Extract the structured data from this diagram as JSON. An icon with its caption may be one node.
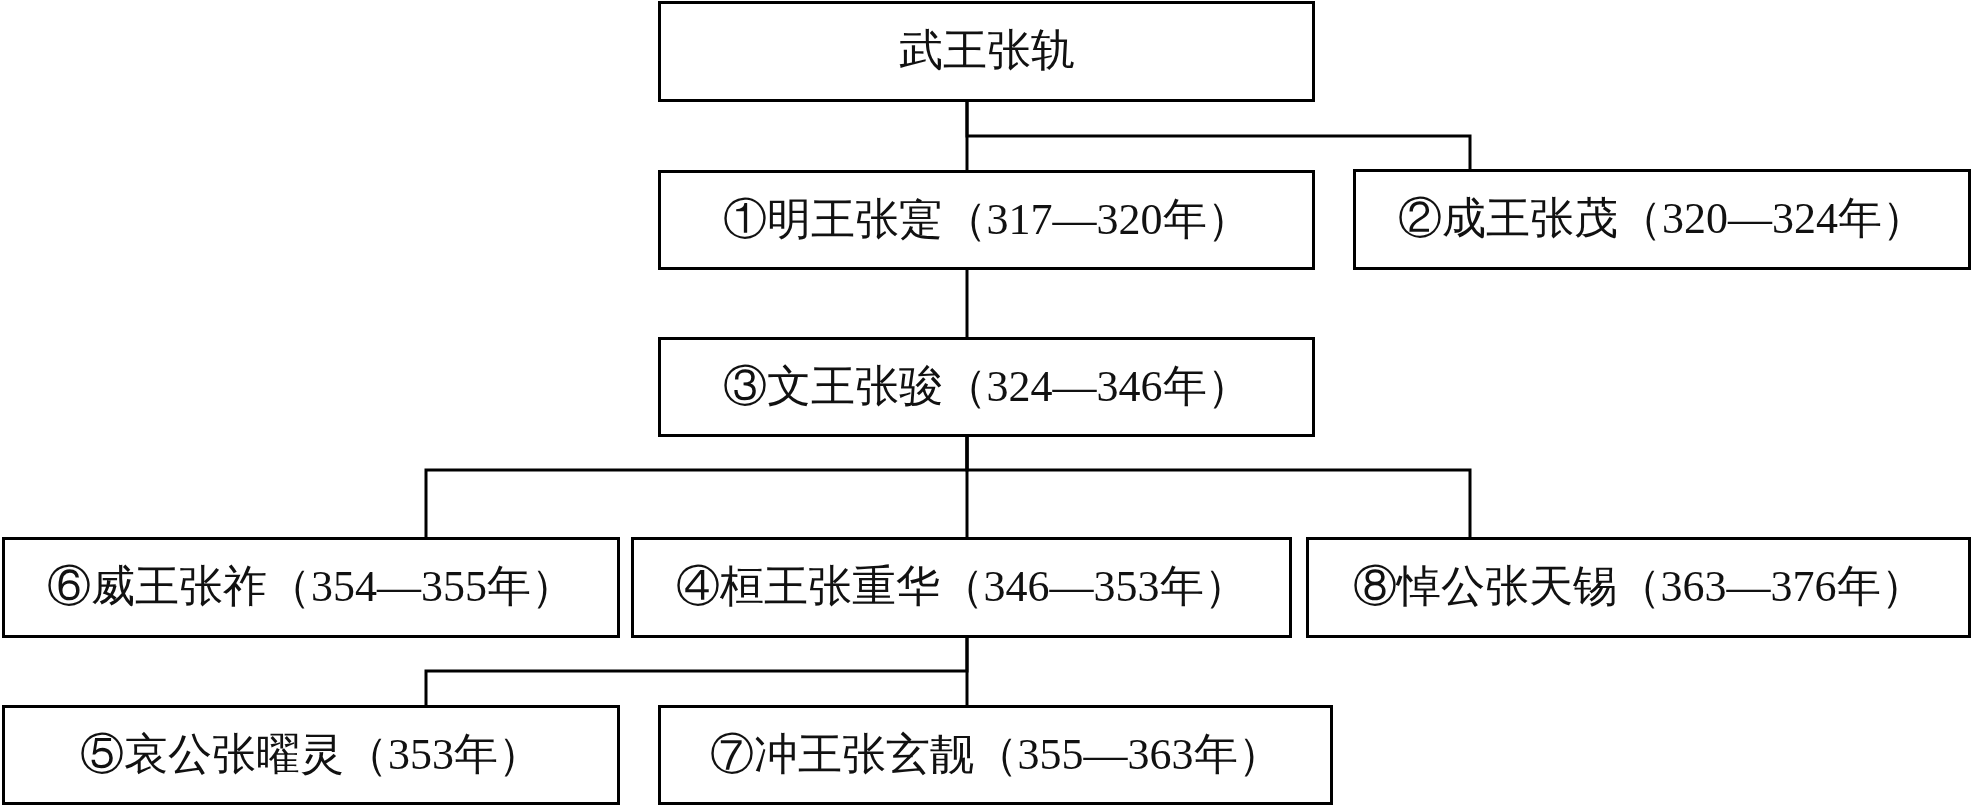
{
  "diagram": {
    "nodes": [
      {
        "text": [
          "武王张轨"
        ]
      },
      {
        "text": [
          "①明王张寔（317—320年）"
        ]
      },
      {
        "text": [
          "②成王张茂（320—324年）"
        ]
      },
      {
        "text": [
          "③文王张骏（324—346年）"
        ]
      },
      {
        "text": [
          "⑥威王张祚（354—355年）"
        ]
      },
      {
        "text": [
          "④桓王张重华（346—353年）"
        ]
      },
      {
        "text": [
          "⑧悼公张天锡（363—376年）"
        ]
      },
      {
        "text": [
          "⑤哀公张曜灵（353年）"
        ]
      },
      {
        "text": [
          "⑦冲王张玄靓（355—363年）"
        ]
      }
    ],
    "edges": [
      {
        "from": 0,
        "to": 1,
        "arrow": "none"
      },
      {
        "from": 0,
        "to": 2,
        "arrow": "none"
      },
      {
        "from": 1,
        "to": 3,
        "arrow": "none"
      },
      {
        "from": 3,
        "to": 4,
        "arrow": "none"
      },
      {
        "from": 3,
        "to": 5,
        "arrow": "none"
      },
      {
        "from": 3,
        "to": 6,
        "arrow": "none"
      },
      {
        "from": 5,
        "to": 7,
        "arrow": "none"
      },
      {
        "from": 5,
        "to": 8,
        "arrow": "none"
      }
    ]
  }
}
